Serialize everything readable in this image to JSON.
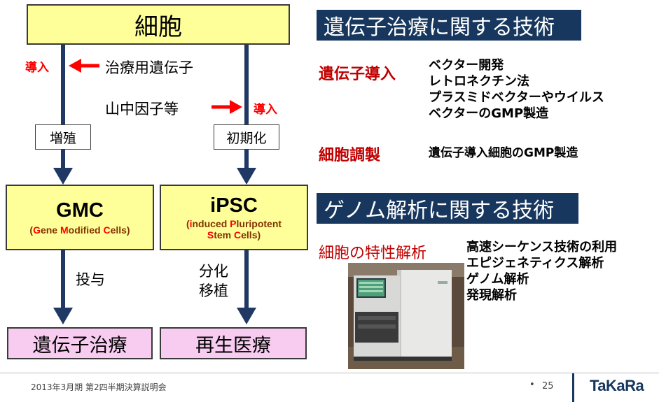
{
  "diagram": {
    "top_cell": "細胞",
    "intro_label_left": "導入",
    "therapeutic_gene": "治療用遺伝子",
    "yamanaka": "山中因子等",
    "intro_label_right": "導入",
    "proliferation": "増殖",
    "reprogramming": "初期化",
    "gmc": {
      "title": "GMC",
      "sub_open": "(",
      "g": "G",
      "ene": "ene ",
      "m": "M",
      "odified": "odified ",
      "c": "C",
      "ells_close": "ells)"
    },
    "ipsc": {
      "title": "iPSC",
      "sub_open": "(",
      "i": "i",
      "nduced": "nduced ",
      "p": "P",
      "luripotent": "luripotent",
      "s": "S",
      "tem": "tem ",
      "c": "C",
      "ells_close": "ells)"
    },
    "administration": "投与",
    "differentiation": "分化",
    "transplant": "移植",
    "gene_therapy": "遺伝子治療",
    "regen_medicine": "再生医療"
  },
  "right": {
    "title1": "遺伝子治療に関する技術",
    "gene_intro_head": "遺伝子導入",
    "gene_intro_items": [
      "ベクター開発",
      "レトロネクチン法",
      "プラスミドベクターやウイルス",
      "ベクターのGMP製造"
    ],
    "cell_prep_head": "細胞調製",
    "cell_prep_item": "遺伝子導入細胞のGMP製造",
    "title2": "ゲノム解析に関する技術",
    "char_head": "細胞の特性解析",
    "char_items": [
      "高速シーケンス技術の利用",
      "エピジェネティクス解析",
      "ゲノム解析",
      "発現解析"
    ]
  },
  "footer": {
    "left": "2013年3月期 第2四半期決算説明会",
    "bullet": "•",
    "page": "25",
    "logo": "TaKaRa"
  },
  "colors": {
    "navy": "#17375e",
    "arrow": "#1f3864",
    "red": "#ff0000",
    "dark_red": "#c00000",
    "yellow_box": "#ffff99",
    "pink_box": "#f7ccf0"
  }
}
